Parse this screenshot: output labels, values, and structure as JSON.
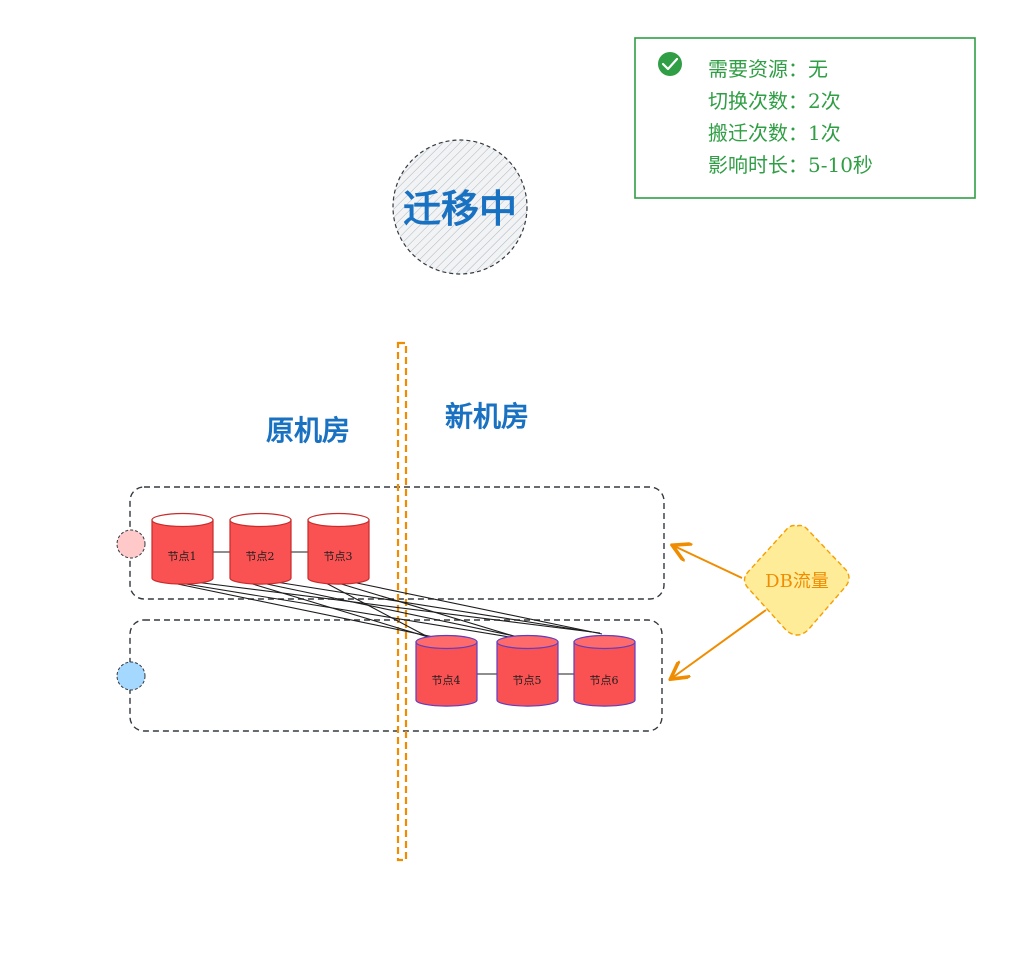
{
  "status": {
    "title": "迁移中"
  },
  "info_panel": {
    "lines": [
      "需要资源：无",
      "切换次数：2次",
      "搬迁次数：1次",
      "影响时长：5-10秒"
    ],
    "accent_color": "#2f9e44",
    "icon": "check-circle-icon"
  },
  "zones": {
    "left_label": "原机房",
    "right_label": "新机房"
  },
  "nodes": {
    "top_row": [
      "节点1",
      "节点2",
      "节点3"
    ],
    "bottom_row": [
      "节点4",
      "节点5",
      "节点6"
    ]
  },
  "traffic": {
    "label": "DB流量"
  },
  "colors": {
    "title_blue": "#1971c2",
    "divider_orange": "#f08c00",
    "node_red": "#fa5252",
    "node_red_dark": "#e03131",
    "diamond_fill": "#ffec99",
    "diamond_stroke": "#f59f00",
    "marker_pink": "#ffc9c9",
    "marker_blue": "#a5d8ff"
  }
}
